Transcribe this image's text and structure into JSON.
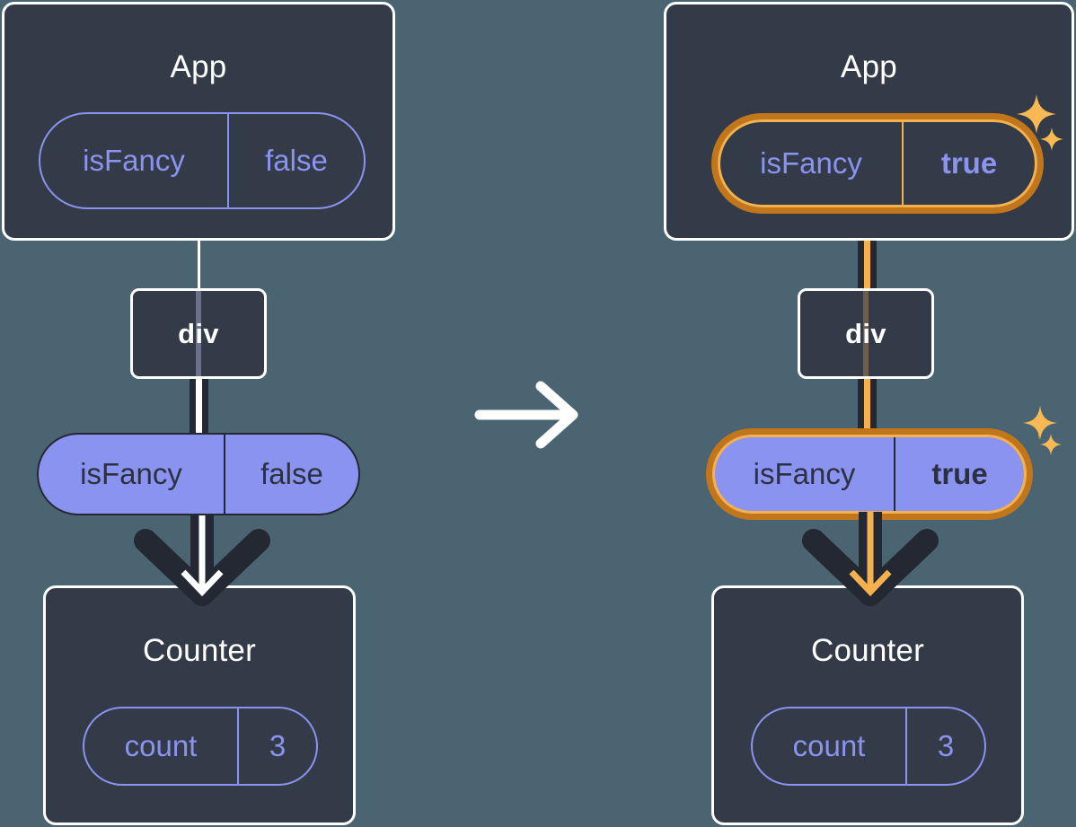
{
  "diagram": {
    "type": "react-state-flow",
    "title": "",
    "background_color": "#4a6571",
    "panels": [
      {
        "id": "before",
        "state_highlighted": false,
        "app": {
          "label": "App",
          "pill": {
            "key": "isFancy",
            "value": "false",
            "style": "outline",
            "highlighted": false
          }
        },
        "div": {
          "label": "div"
        },
        "props": {
          "key": "isFancy",
          "value": "false",
          "style": "solid",
          "highlighted": false
        },
        "counter": {
          "label": "Counter",
          "pill": {
            "key": "count",
            "value": "3",
            "style": "outline",
            "highlighted": false
          }
        }
      },
      {
        "id": "after",
        "state_highlighted": true,
        "app": {
          "label": "App",
          "pill": {
            "key": "isFancy",
            "value": "true",
            "style": "outline",
            "highlighted": true
          }
        },
        "div": {
          "label": "div"
        },
        "props": {
          "key": "isFancy",
          "value": "true",
          "style": "solid",
          "highlighted": true
        },
        "counter": {
          "label": "Counter",
          "pill": {
            "key": "count",
            "value": "3",
            "style": "outline",
            "highlighted": false
          }
        }
      }
    ],
    "transition": {
      "icon": "right-arrow-icon",
      "color": "#ffffff"
    },
    "icons": {
      "sparkle_large": "sparkle-icon",
      "sparkle_small": "sparkle-icon"
    },
    "colors": {
      "page_background": "#4a6571",
      "box_background": "#343b48",
      "box_border": "#ffffff",
      "accent_purple": "#8b93f0",
      "accent_dark": "#232833",
      "highlight_orange_outer": "#c2761c",
      "highlight_orange_inner": "#f5b14e",
      "text_white": "#ffffff"
    }
  }
}
